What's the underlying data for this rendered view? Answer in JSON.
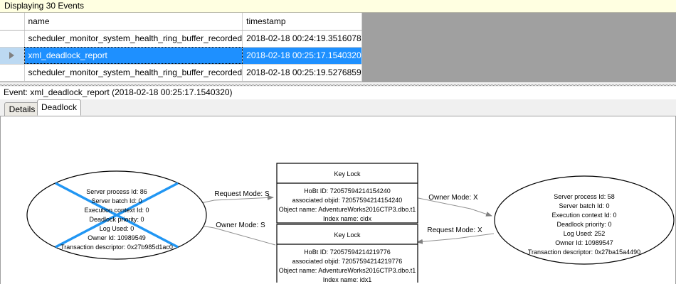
{
  "banner": {
    "text": "Displaying 30 Events"
  },
  "grid": {
    "columns": [
      "",
      "name",
      "timestamp"
    ],
    "rows": [
      {
        "selector": "",
        "name": "scheduler_monitor_system_health_ring_buffer_recorded",
        "timestamp": "2018-02-18 00:24:19.3516078",
        "selected": false
      },
      {
        "selector": "▶",
        "name": "xml_deadlock_report",
        "timestamp": "2018-02-18 00:25:17.1540320",
        "selected": true
      },
      {
        "selector": "",
        "name": "scheduler_monitor_system_health_ring_buffer_recorded",
        "timestamp": "2018-02-18 00:25:19.5276859",
        "selected": false
      }
    ],
    "selection_color": "#1e90ff"
  },
  "event_header": {
    "text": "Event: xml_deadlock_report (2018-02-18 00:25:17.1540320)"
  },
  "tabs": [
    {
      "label": "Details",
      "active": false
    },
    {
      "label": "Deadlock",
      "active": true
    }
  ],
  "deadlock_graph": {
    "victim_marker_color": "#2196f3",
    "processes": [
      {
        "id": "left-process",
        "victim": true,
        "lines": [
          "Server process Id: 86",
          "Server batch Id: 0",
          "Execution context Id: 0",
          "Deadlock priority: 0",
          "Log Used: 0",
          "Owner Id: 10989549",
          "Transaction descriptor: 0x27b985d1ac0"
        ]
      },
      {
        "id": "right-process",
        "victim": false,
        "lines": [
          "Server process Id: 58",
          "Server batch Id: 0",
          "Execution context Id: 0",
          "Deadlock priority: 0",
          "Log Used: 252",
          "Owner Id: 10989547",
          "Transaction descriptor: 0x27ba15a4490"
        ]
      }
    ],
    "resources": [
      {
        "id": "top-key-lock",
        "title": "Key Lock",
        "lines": [
          "HoBt ID: 72057594214154240",
          "associated objid: 72057594214154240",
          "Object name: AdventureWorks2016CTP3.dbo.t1",
          "Index name: cidx"
        ]
      },
      {
        "id": "bottom-key-lock",
        "title": "Key Lock",
        "lines": [
          "HoBt ID: 72057594214219776",
          "associated objid: 72057594214219776",
          "Object name: AdventureWorks2016CTP3.dbo.t1",
          "Index name: idx1"
        ]
      }
    ],
    "edges": [
      {
        "id": "edge-request-s",
        "label": "Request Mode: S"
      },
      {
        "id": "edge-owner-s",
        "label": "Owner Mode: S"
      },
      {
        "id": "edge-owner-x",
        "label": "Owner Mode: X"
      },
      {
        "id": "edge-request-x",
        "label": "Request Mode: X"
      }
    ]
  }
}
